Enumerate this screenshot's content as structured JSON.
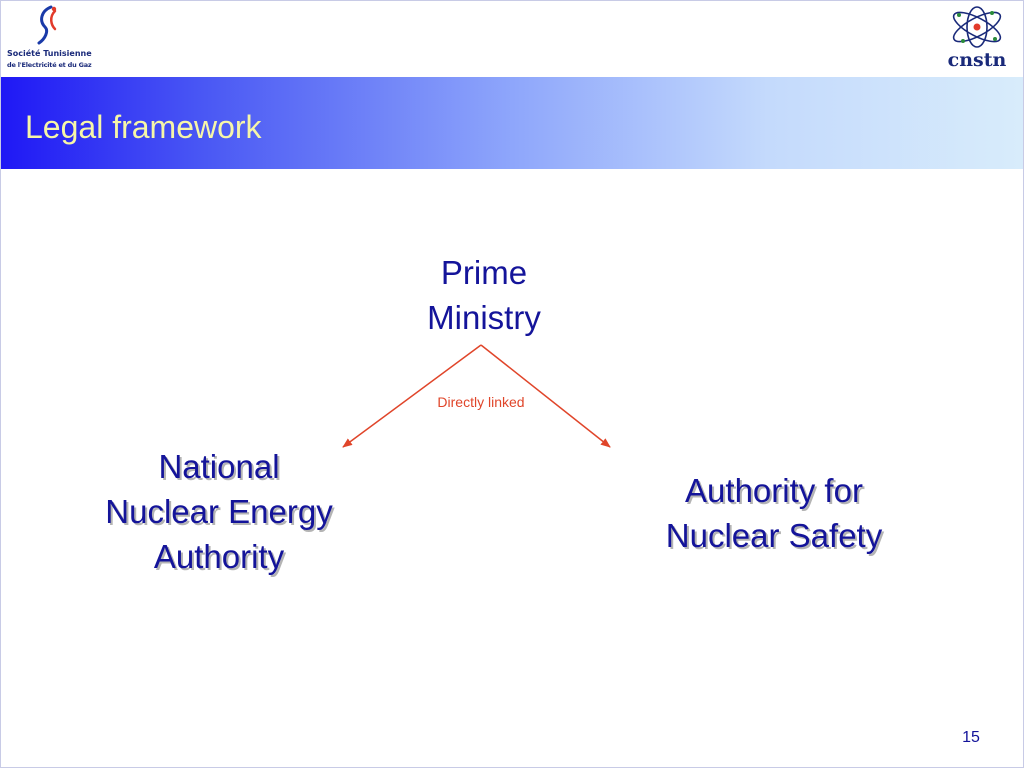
{
  "header": {
    "left_logo": {
      "line1": "Société Tunisienne",
      "line2": "de l'Electricité et du Gaz"
    },
    "right_logo": {
      "name": "cnstn"
    }
  },
  "slide": {
    "title": "Legal framework",
    "page_number": "15"
  },
  "diagram": {
    "nodes": [
      {
        "id": "prime",
        "lines": [
          "Prime",
          "Ministry"
        ]
      },
      {
        "id": "nnea",
        "lines": [
          "National",
          "Nuclear Energy",
          "Authority"
        ]
      },
      {
        "id": "ans",
        "lines": [
          "Authority for",
          "Nuclear Safety"
        ]
      }
    ],
    "edge_label": "Directly linked",
    "colors": {
      "node_text": "#14149a",
      "edge": "#e0452a",
      "title": "#f6f6a8"
    }
  }
}
